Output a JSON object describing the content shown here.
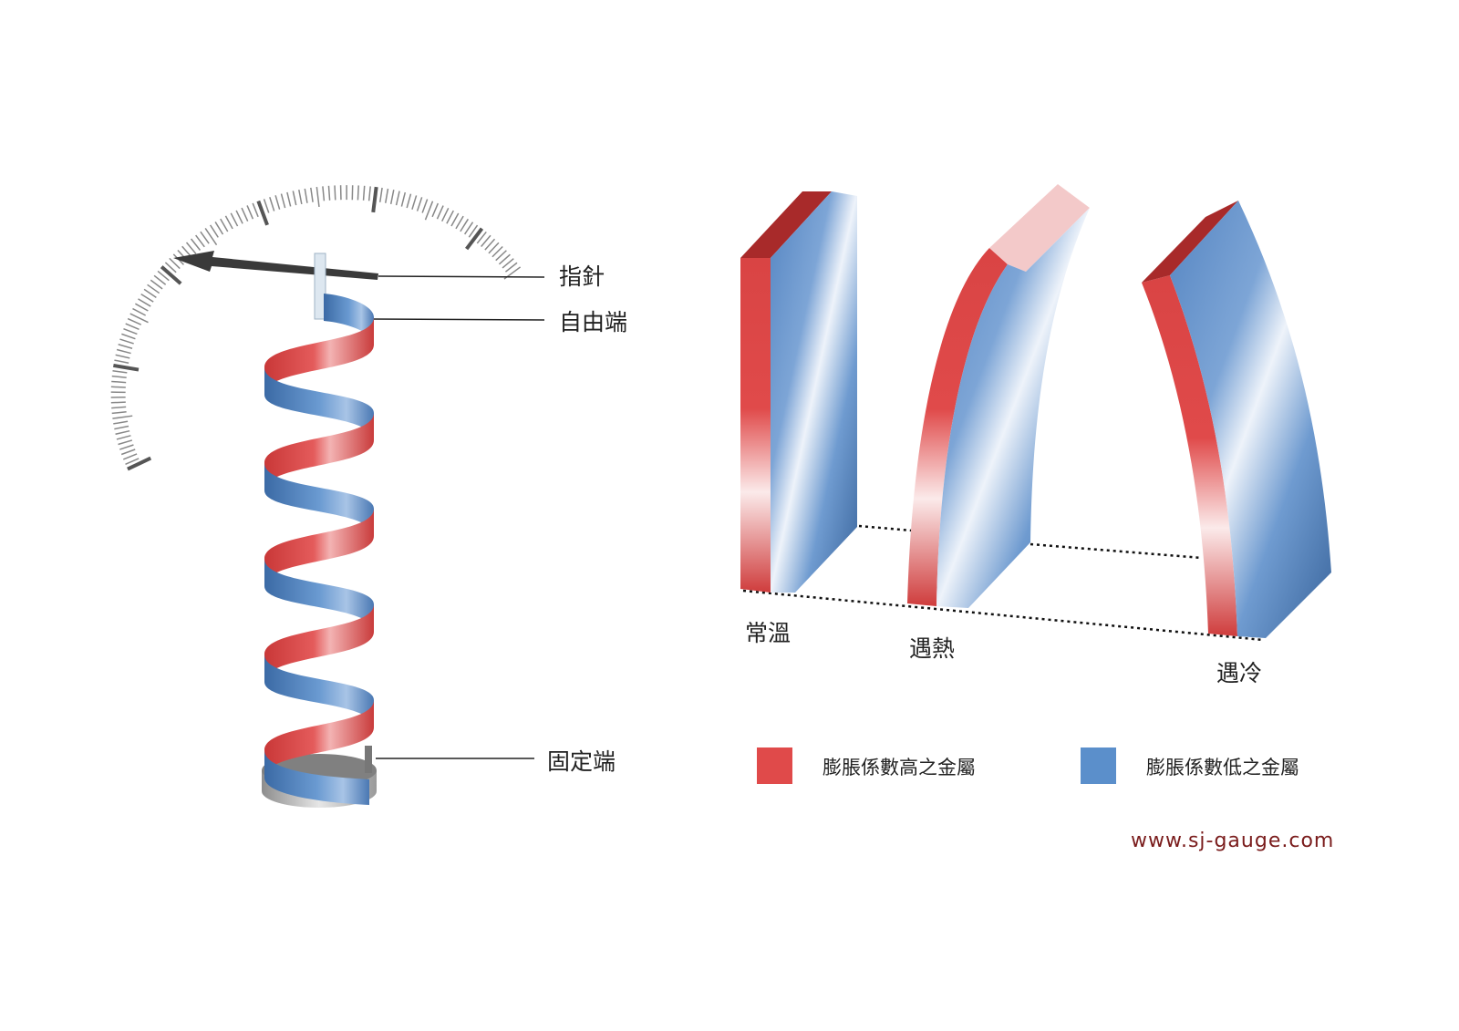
{
  "coil": {
    "pointer_label": "指針",
    "free_end_label": "自由端",
    "fixed_end_label": "固定端"
  },
  "strips": {
    "normal_label": "常溫",
    "heated_label": "遇熱",
    "cooled_label": "遇冷"
  },
  "legend": {
    "items": [
      {
        "label": "膨脹係數高之金屬",
        "color": "#e04a4a"
      },
      {
        "label": "膨脹係數低之金屬",
        "color": "#5b8fcb"
      }
    ]
  },
  "footer": {
    "url": "www.sj-gauge.com"
  }
}
